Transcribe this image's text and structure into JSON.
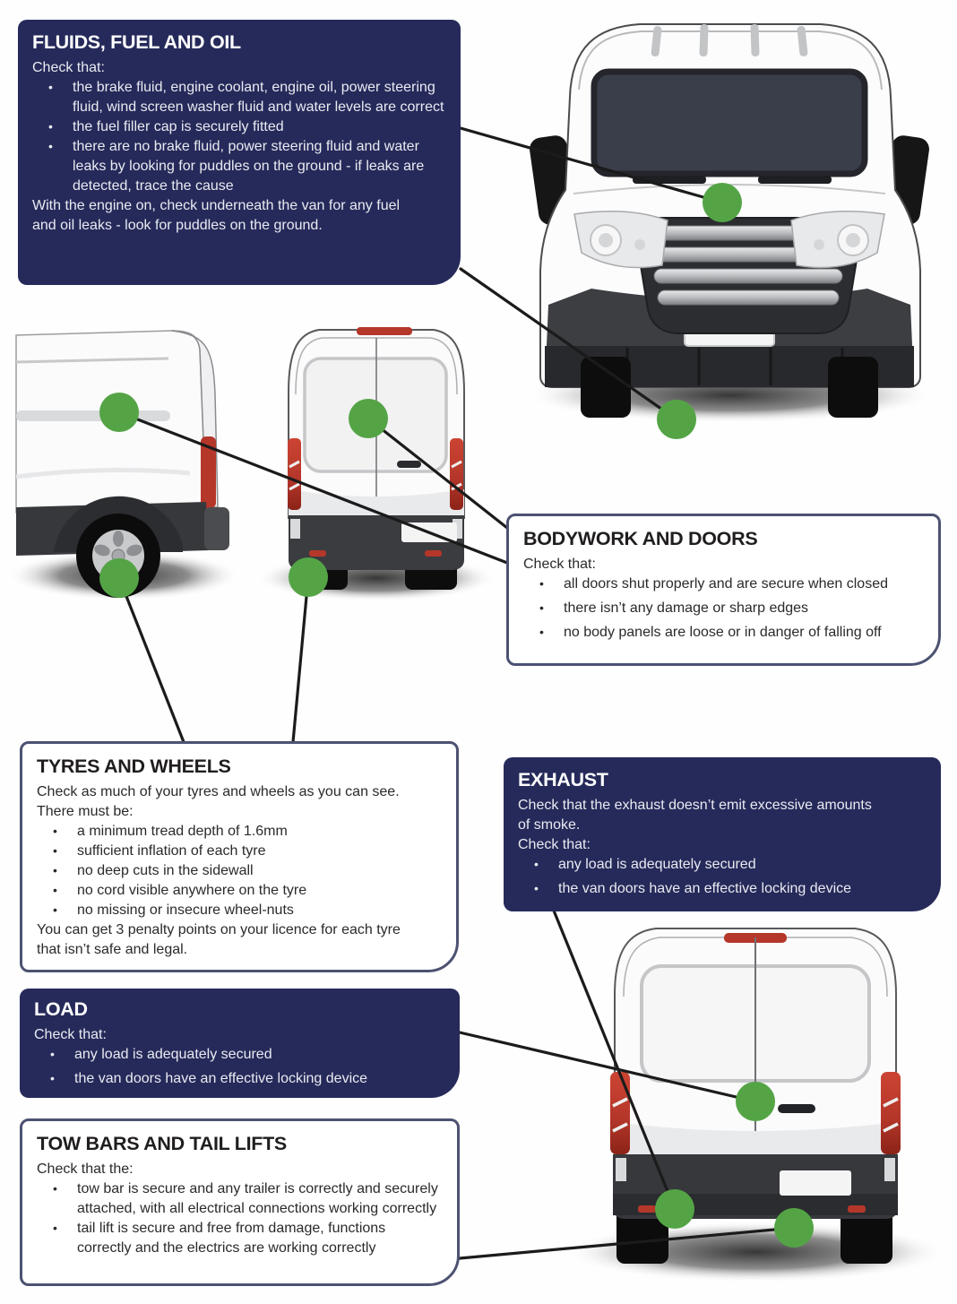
{
  "colors": {
    "navy": "#262a5a",
    "green": "#54a446",
    "red": "#b5372a",
    "line": "#1b1b1b",
    "panel-border": "#4d5272"
  },
  "panels": {
    "fluids": {
      "title": "FLUIDS, FUEL AND OIL",
      "intro": "Check that:",
      "bullets": [
        "the brake fluid, engine coolant, engine oil, power steering fluid, wind screen washer fluid and water levels are correct",
        "the fuel filler cap is securely fitted",
        "there are no brake fluid, power steering fluid and water leaks by looking for puddles on the ground - if leaks are detected, trace the cause"
      ],
      "footer": "With the engine on, check underneath the van for any fuel\nand oil leaks - look for puddles on the ground."
    },
    "bodywork": {
      "title": "BODYWORK AND DOORS",
      "intro": "Check that:",
      "bullets": [
        "all doors shut properly and are secure when closed",
        "there isn’t any damage or sharp edges",
        "no body panels are loose or in danger of falling off"
      ]
    },
    "tyres": {
      "title": "TYRES AND WHEELS",
      "intro": "Check as much of your tyres and wheels as you can see.\nThere must be:",
      "bullets": [
        "a minimum tread depth of 1.6mm",
        "sufficient inflation of each tyre",
        "no deep cuts in the sidewall",
        "no cord visible anywhere on the tyre",
        "no missing or insecure wheel-nuts"
      ],
      "footer": "You can get 3 penalty points on your licence for each tyre\nthat isn’t safe and legal."
    },
    "exhaust": {
      "title": "EXHAUST",
      "intro": "Check that the exhaust doesn’t emit excessive amounts\nof smoke.\nCheck that:",
      "bullets": [
        "any load is adequately secured",
        "the van doors have an effective locking device"
      ]
    },
    "load": {
      "title": "LOAD",
      "intro": "Check that:",
      "bullets": [
        "any load is adequately secured",
        "the van doors have an effective locking device"
      ]
    },
    "towbars": {
      "title": "TOW BARS AND TAIL LIFTS",
      "intro": "Check that the:",
      "bullets": [
        "tow bar is secure and any trailer is correctly and securely attached, with all electrical connections working correctly",
        "tail lift is secure and free from damage, functions correctly and the electrics are working correctly"
      ]
    }
  }
}
